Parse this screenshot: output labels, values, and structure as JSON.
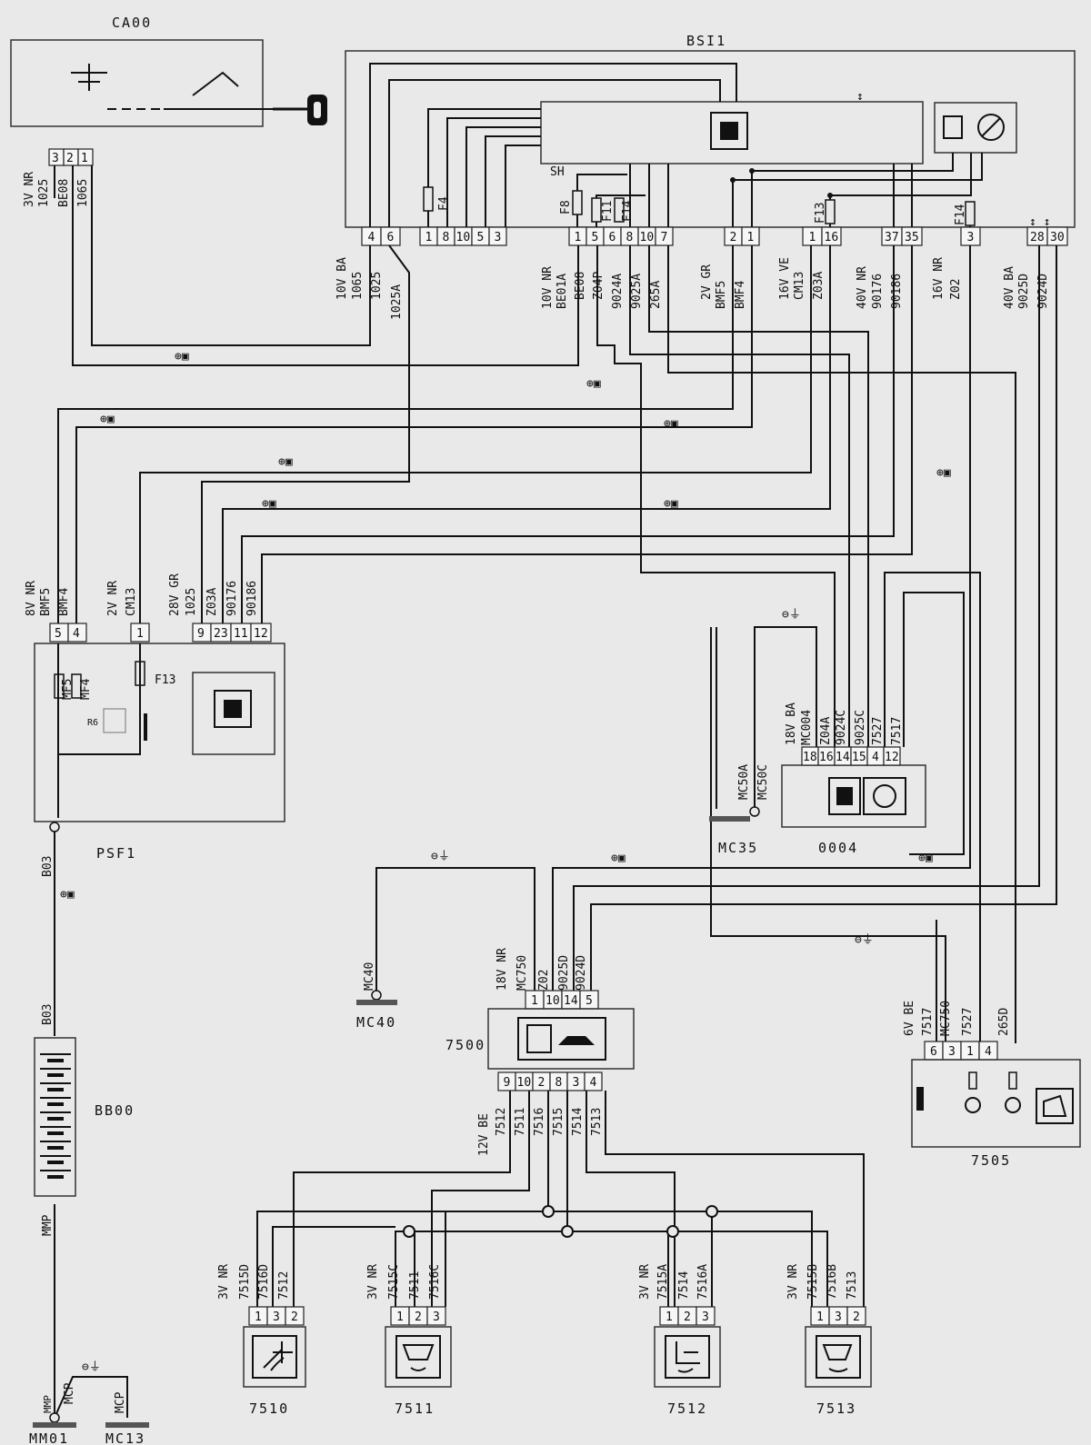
{
  "components": {
    "CA00": "CA00",
    "BSI1": "BSI1",
    "PSF1": "PSF1",
    "BB00": "BB00",
    "C0004": "0004",
    "MC35": "MC35",
    "MC40": "MC40",
    "MC13": "MC13",
    "MM01": "MM01",
    "U7500": "7500",
    "U7505": "7505",
    "S7510": "7510",
    "S7511": "7511",
    "S7512": "7512",
    "S7513": "7513"
  },
  "connectors": {
    "ca00": {
      "label": "3V NR",
      "pins": [
        "3",
        "2",
        "1"
      ]
    },
    "bsi1_a": {
      "label": "10V BA",
      "pins": [
        "4",
        "6"
      ]
    },
    "bsi1_b": {
      "label": "",
      "pins": [
        "1",
        "8",
        "10",
        "5",
        "3"
      ]
    },
    "bsi1_c": {
      "label": "10V NR",
      "pins": [
        "1",
        "5",
        "6",
        "8",
        "10",
        "7"
      ]
    },
    "bsi1_d": {
      "label": "2V GR",
      "pins": [
        "2",
        "1"
      ]
    },
    "bsi1_e": {
      "label": "16V VE",
      "pins": [
        "1",
        "16"
      ]
    },
    "bsi1_f": {
      "label": "40V NR",
      "pins": [
        "37",
        "35"
      ]
    },
    "bsi1_g": {
      "label": "16V NR",
      "pins": [
        "3"
      ]
    },
    "bsi1_h": {
      "label": "40V BA",
      "pins": [
        "28",
        "30"
      ]
    },
    "psf1_a": {
      "label": "8V NR",
      "pins": [
        "5",
        "4"
      ]
    },
    "psf1_b": {
      "label": "2V NR",
      "pins": [
        "1"
      ]
    },
    "psf1_c": {
      "label": "28V GR",
      "pins": [
        "9",
        "23",
        "11",
        "12"
      ]
    },
    "c0004": {
      "label": "18V BA",
      "pins": [
        "18",
        "16",
        "14",
        "15",
        "4",
        "12"
      ]
    },
    "u7500_top": {
      "label": "18V NR",
      "pins": [
        "1",
        "10",
        "14",
        "5"
      ]
    },
    "u7500_bot": {
      "label": "12V BE",
      "pins": [
        "9",
        "10",
        "2",
        "8",
        "3",
        "4"
      ]
    },
    "u7505": {
      "label": "6V BE",
      "pins": [
        "6",
        "3",
        "1",
        "4"
      ]
    },
    "s7510": {
      "label": "3V NR",
      "pins": [
        "1",
        "3",
        "2"
      ]
    },
    "s7511": {
      "label": "3V NR",
      "pins": [
        "1",
        "2",
        "3"
      ]
    },
    "s7512": {
      "label": "3V NR",
      "pins": [
        "1",
        "2",
        "3"
      ]
    },
    "s7513": {
      "label": "3V NR",
      "pins": [
        "1",
        "3",
        "2"
      ]
    }
  },
  "wires": {
    "ca00": [
      "1025",
      "BE08",
      "1065"
    ],
    "bsi1_a": [
      "1065",
      "1025",
      "1025A"
    ],
    "bsi1_c": [
      "BE01A",
      "BE08",
      "Z04P",
      "9024A",
      "9025A",
      "265A"
    ],
    "bsi1_d": [
      "BMF5",
      "BMF4"
    ],
    "bsi1_e": [
      "CM13",
      "Z03A"
    ],
    "bsi1_f": [
      "90176",
      "90186"
    ],
    "bsi1_g": [
      "Z02"
    ],
    "bsi1_h": [
      "9025D",
      "9024D"
    ],
    "psf1_a": [
      "BMF5",
      "BMF4"
    ],
    "psf1_b": [
      "CM13"
    ],
    "psf1_c": [
      "1025",
      "Z03A",
      "90176",
      "90186"
    ],
    "c0004": [
      "MC004",
      "Z04A",
      "9024C",
      "9025C",
      "7527",
      "7517"
    ],
    "mc35": [
      "MC50A",
      "MC50C"
    ],
    "u7500_top": [
      "MC750",
      "Z02",
      "9025D",
      "9024D"
    ],
    "u7500_bot": [
      "7512",
      "7511",
      "7516",
      "7515",
      "7514",
      "7513"
    ],
    "u7505": [
      "7517",
      "MC750",
      "7527",
      "265D"
    ],
    "s7510": [
      "7515D",
      "7516D",
      "7512"
    ],
    "s7511": [
      "7515C",
      "7511",
      "7516C"
    ],
    "s7512": [
      "7515A",
      "7514",
      "7516A"
    ],
    "s7513": [
      "7515B",
      "7516B",
      "7513"
    ],
    "b03_top": "B03",
    "b03_bot": "B03",
    "mc40": "MC40",
    "mmp": "MMP",
    "mcp1": "MCP",
    "mcp2": "MCP"
  },
  "fuses": [
    "F4",
    "F8",
    "F11",
    "F14",
    "F13",
    "F14"
  ],
  "psf_parts": {
    "fuse": "F13",
    "mf5": "MF5",
    "mf4": "MF4",
    "relay": "R6"
  },
  "shield": "SH"
}
